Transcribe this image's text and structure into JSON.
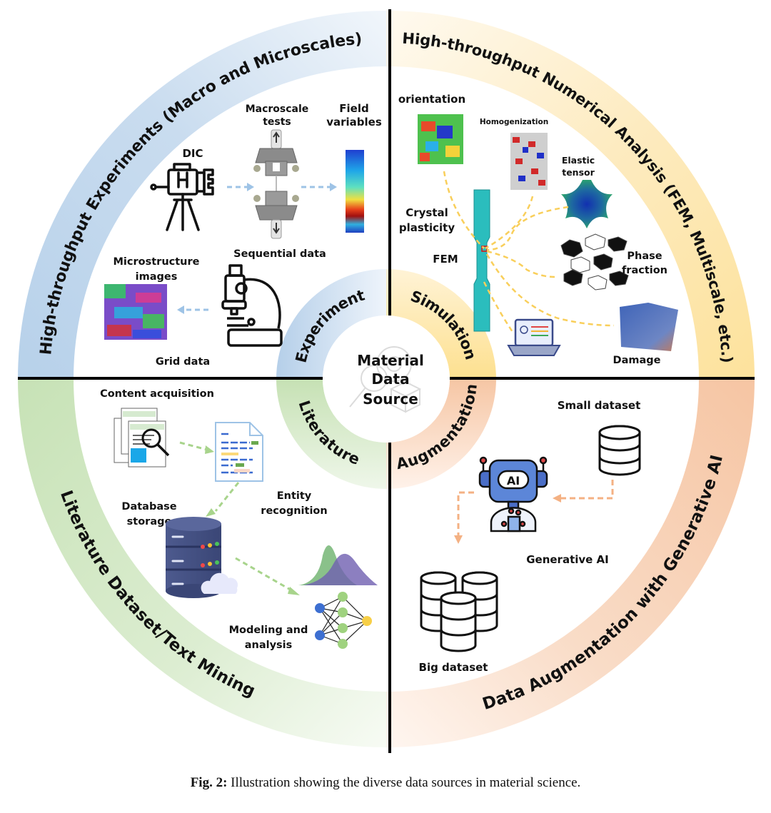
{
  "center": {
    "lines": [
      "Material",
      "Data",
      "Source"
    ]
  },
  "colors": {
    "experiment": "#b7d1ea",
    "simulation": "#fde3a0",
    "literature": "#c7e2b6",
    "augmentation": "#f6c9a9",
    "axis": "#000000",
    "arrow_experiment": "#9ec3e6",
    "arrow_simulation": "#f9cf5b",
    "arrow_literature": "#a8d48c",
    "arrow_augmentation": "#f4b183"
  },
  "inner_ring": {
    "experiment": "Experiment",
    "simulation": "Simulation",
    "literature": "Literature",
    "augmentation": "Augmentation"
  },
  "outer_ring": {
    "experiment": "High-throughput Experiments (Macro and Microscales)",
    "simulation": "High-throughput Numerical Analysis (FEM, Multiscale, etc.)",
    "literature": "Literature Dataset/Text Mining",
    "augmentation": "Data Augmentation with Generative AI"
  },
  "experiment": {
    "dic": "DIC",
    "macroscale": [
      "Macroscale",
      "tests"
    ],
    "field": [
      "Field",
      "variables"
    ],
    "sequential": "Sequential data",
    "microstructure": [
      "Microstructure",
      "images"
    ],
    "grid": "Grid data"
  },
  "simulation": {
    "orientation": "orientation",
    "homogenization": "Homogenization",
    "elastic": [
      "Elastic",
      "tensor"
    ],
    "crystal": [
      "Crystal",
      "plasticity"
    ],
    "fem": "FEM",
    "phase": [
      "Phase",
      "fraction"
    ],
    "damage": "Damage"
  },
  "literature": {
    "content": "Content acquisition",
    "database": [
      "Database",
      "storage"
    ],
    "entity": [
      "Entity",
      "recognition"
    ],
    "modeling": [
      "Modeling and",
      "analysis"
    ]
  },
  "augmentation": {
    "small": "Small dataset",
    "genai": "Generative AI",
    "ai_badge": "AI",
    "big": "Big dataset"
  },
  "caption": {
    "label": "Fig. 2:",
    "text": " Illustration showing the diverse data sources in material science."
  }
}
